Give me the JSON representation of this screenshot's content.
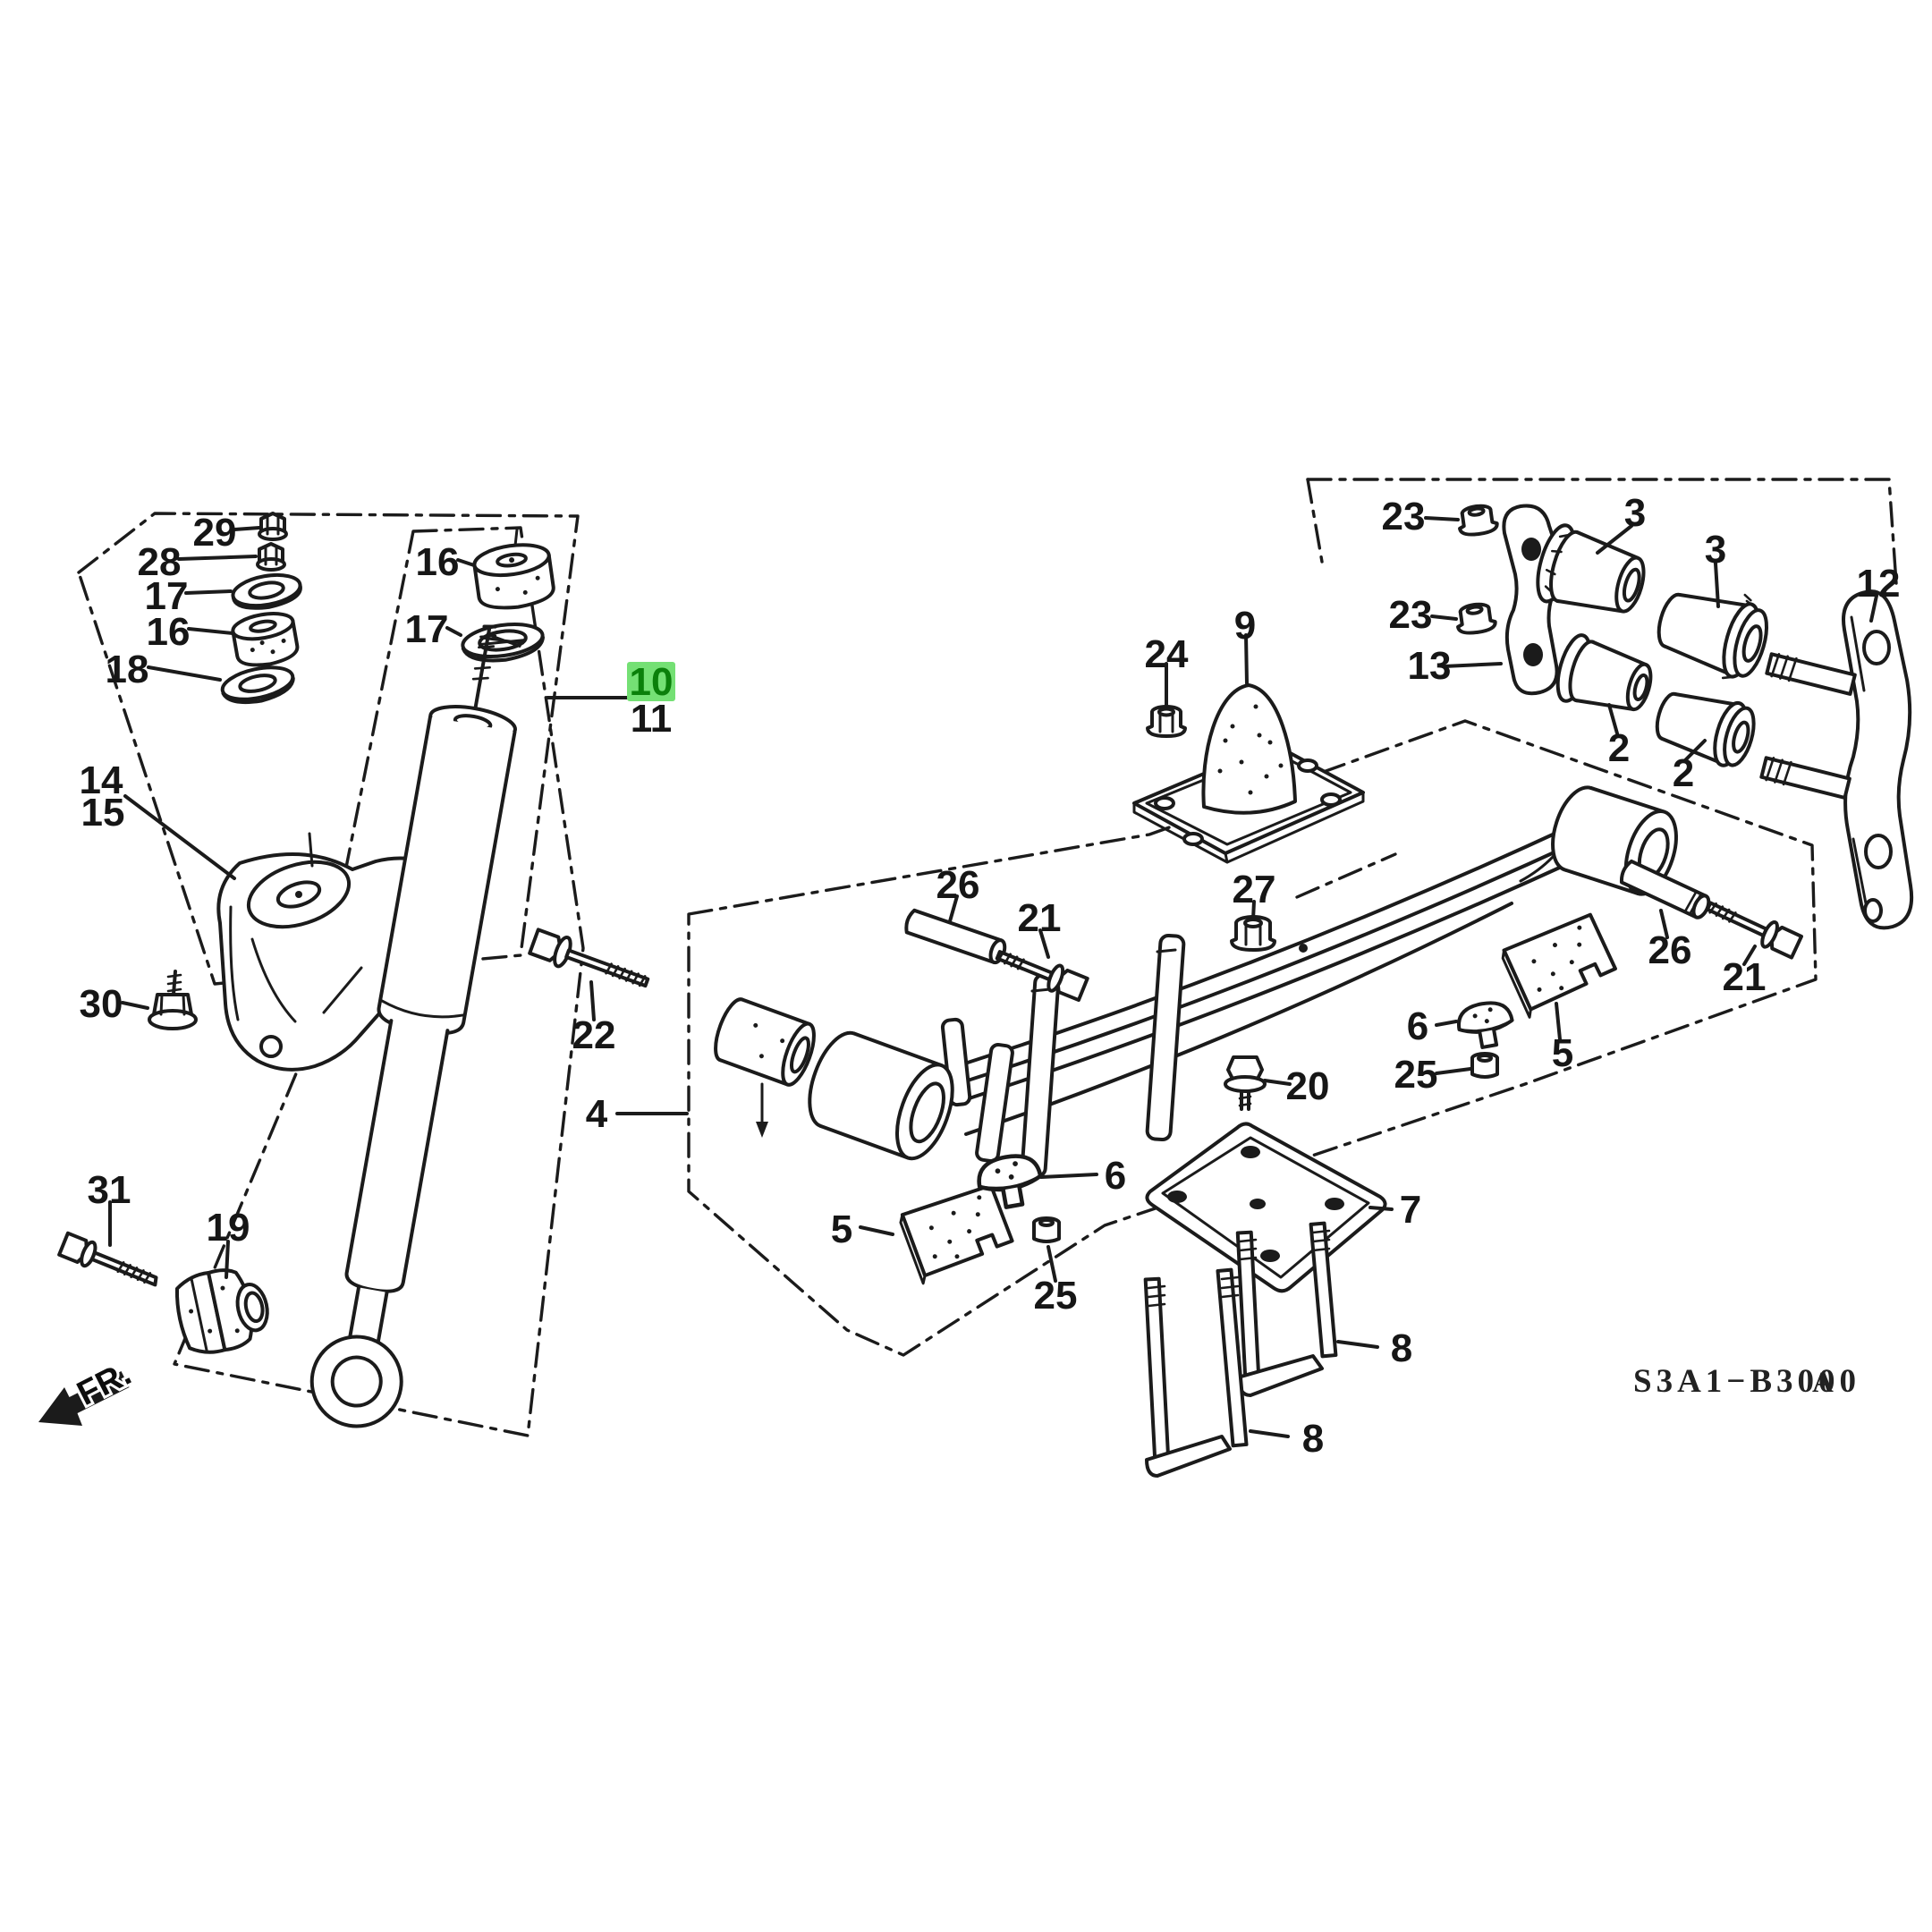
{
  "figure": {
    "diagram_code": "S3A1−B3000",
    "diagram_code_suffix": "A",
    "front_label": "FR.",
    "highlighted_callout": "10",
    "colors": {
      "line": "#1b1b1b",
      "background": "#ffffff",
      "highlight_bg": "#74e074",
      "highlight_text": "#0b800b"
    }
  },
  "callouts": [
    {
      "label": "29"
    },
    {
      "label": "28"
    },
    {
      "label": "17"
    },
    {
      "label": "16"
    },
    {
      "label": "18"
    },
    {
      "label": "14"
    },
    {
      "label": "15"
    },
    {
      "label": "16"
    },
    {
      "label": "17"
    },
    {
      "label": "10",
      "highlighted": true
    },
    {
      "label": "11"
    },
    {
      "label": "30"
    },
    {
      "label": "31"
    },
    {
      "label": "19"
    },
    {
      "label": "22"
    },
    {
      "label": "4"
    },
    {
      "label": "26"
    },
    {
      "label": "21"
    },
    {
      "label": "24"
    },
    {
      "label": "9"
    },
    {
      "label": "27"
    },
    {
      "label": "23"
    },
    {
      "label": "23"
    },
    {
      "label": "13"
    },
    {
      "label": "3"
    },
    {
      "label": "3"
    },
    {
      "label": "12"
    },
    {
      "label": "2"
    },
    {
      "label": "2"
    },
    {
      "label": "26"
    },
    {
      "label": "21"
    },
    {
      "label": "6"
    },
    {
      "label": "25"
    },
    {
      "label": "5"
    },
    {
      "label": "20"
    },
    {
      "label": "6"
    },
    {
      "label": "5"
    },
    {
      "label": "25"
    },
    {
      "label": "7"
    },
    {
      "label": "8"
    },
    {
      "label": "8"
    }
  ]
}
